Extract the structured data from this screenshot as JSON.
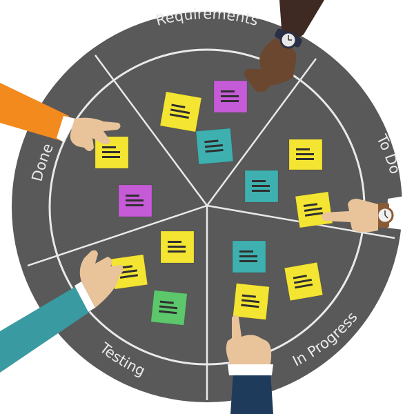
{
  "board": {
    "background": "#595959",
    "line_color": "#e9e9e9",
    "sections": [
      {
        "label": "Requirements"
      },
      {
        "label": "To Do"
      },
      {
        "label": "In Progress"
      },
      {
        "label": "Testing"
      },
      {
        "label": "Done"
      }
    ]
  },
  "note_colors": {
    "yellow": "#f4e533",
    "magenta": "#c65bd8",
    "teal": "#3fb0b0",
    "green": "#5cc76b"
  },
  "notes": [
    {
      "section": "Requirements",
      "color": "magenta"
    },
    {
      "section": "Requirements",
      "color": "yellow"
    },
    {
      "section": "Requirements",
      "color": "teal"
    },
    {
      "section": "To Do",
      "color": "yellow"
    },
    {
      "section": "To Do",
      "color": "teal"
    },
    {
      "section": "To Do",
      "color": "yellow"
    },
    {
      "section": "In Progress",
      "color": "teal"
    },
    {
      "section": "In Progress",
      "color": "yellow"
    },
    {
      "section": "In Progress",
      "color": "yellow"
    },
    {
      "section": "Testing",
      "color": "yellow"
    },
    {
      "section": "Testing",
      "color": "yellow"
    },
    {
      "section": "Testing",
      "color": "green"
    },
    {
      "section": "Done",
      "color": "yellow"
    },
    {
      "section": "Done",
      "color": "magenta"
    }
  ],
  "hands": [
    {
      "name": "top-hand",
      "sleeve": "dark-brown",
      "has_watch": true
    },
    {
      "name": "left-hand",
      "sleeve": "orange",
      "has_watch": false
    },
    {
      "name": "right-hand",
      "sleeve": "white",
      "has_watch": true
    },
    {
      "name": "bottom-hand",
      "sleeve": "navy",
      "has_watch": false
    },
    {
      "name": "bottom-left-hand",
      "sleeve": "teal",
      "has_watch": false
    }
  ]
}
